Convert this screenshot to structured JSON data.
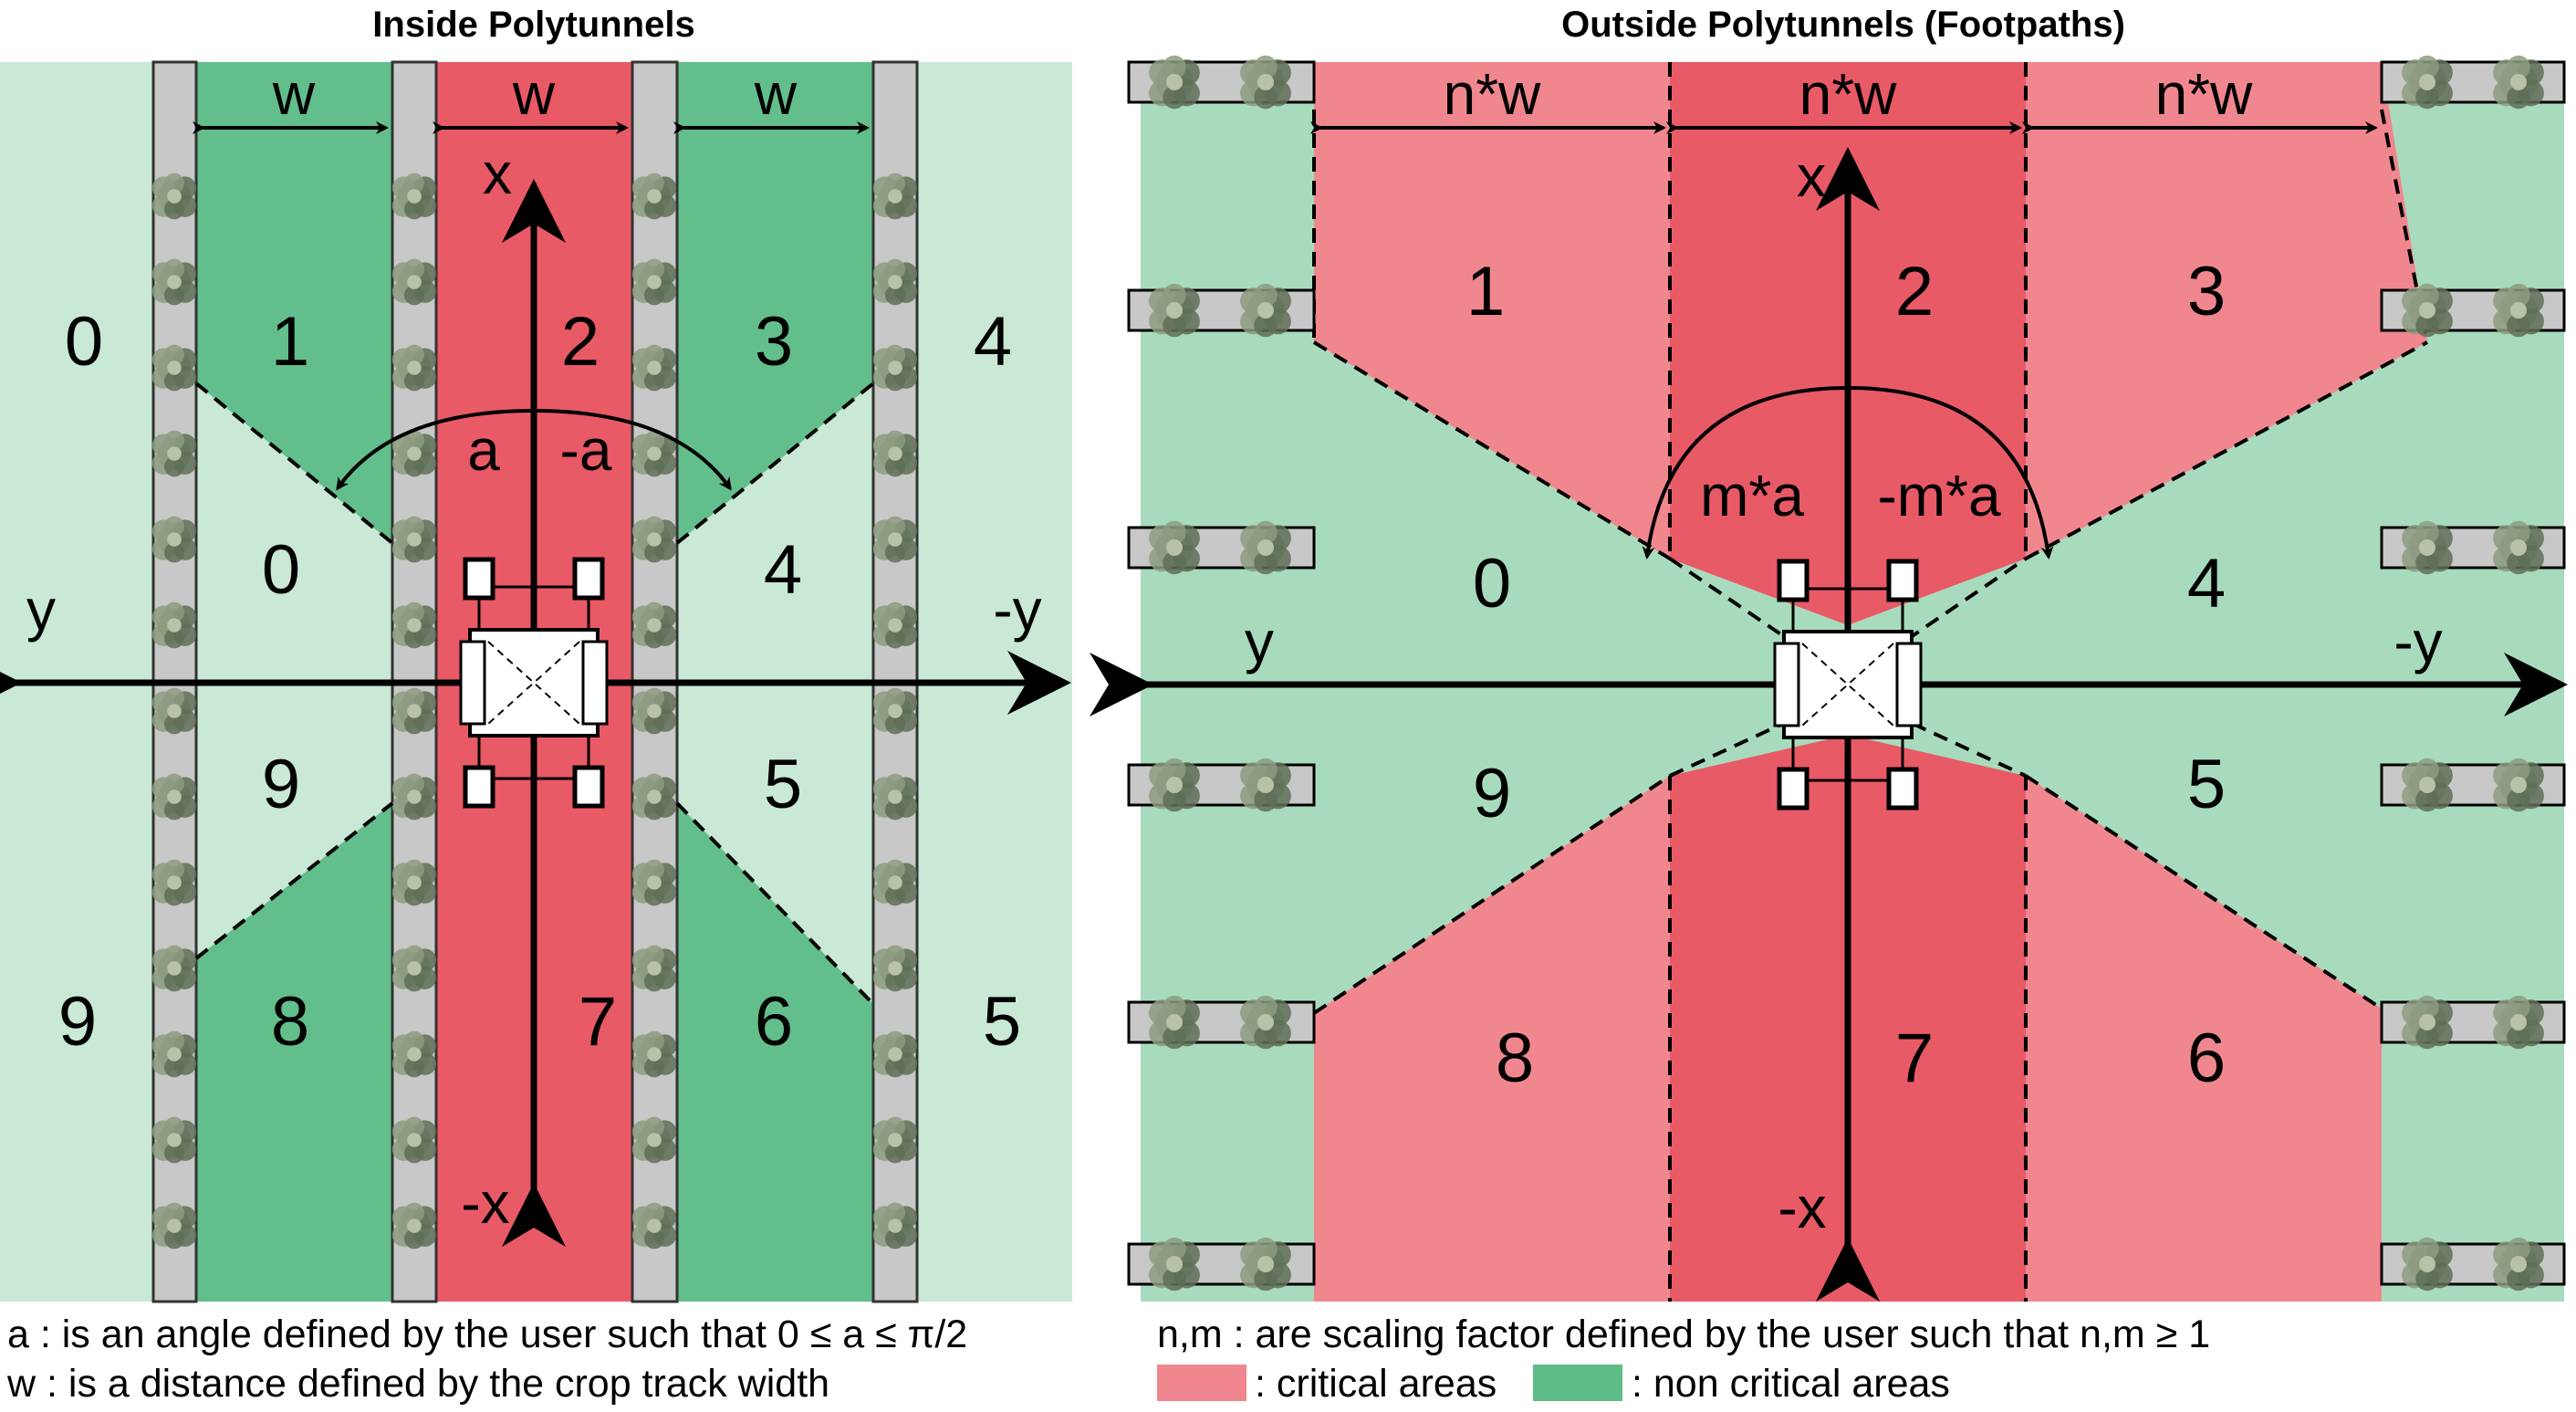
{
  "titles": {
    "inside": "Inside Polytunnels",
    "outside": "Outside Polytunnels (Footpaths)"
  },
  "inside": {
    "zones": {
      "outer_top_left": "0",
      "z1": "1",
      "z2": "2",
      "z3": "3",
      "outer_top_right": "4",
      "inner_left_top": "0",
      "inner_right_top": "4",
      "inner_left_bottom": "9",
      "inner_right_bottom": "5",
      "outer_bottom_left": "9",
      "z8": "8",
      "z7": "7",
      "z6": "6",
      "outer_bottom_right": "5"
    },
    "width_label": "w",
    "axes": {
      "x": "x",
      "neg_x": "-x",
      "y": "y",
      "neg_y": "-y"
    },
    "angles": {
      "a": "a",
      "neg_a": "-a"
    }
  },
  "outside": {
    "zones": {
      "z1": "1",
      "z2": "2",
      "z3": "3",
      "z0": "0",
      "z4": "4",
      "z9": "9",
      "z5": "5",
      "z8": "8",
      "z7": "7",
      "z6": "6"
    },
    "width_label": "n*w",
    "axes": {
      "x": "x",
      "neg_x": "-x",
      "y": "y",
      "neg_y": "-y"
    },
    "angles": {
      "a": "m*a",
      "neg_a": "-m*a"
    }
  },
  "legend": {
    "a_def": "a  : is an angle defined by the user such that 0 ≤ a ≤ π/2",
    "w_def": "w : is a distance defined by the crop track width",
    "nm_def": "n,m  : are scaling factor defined by the user such that n,m ≥ 1",
    "critical": ": critical areas",
    "noncritical": ": non critical areas"
  },
  "colors": {
    "critical_dark": "#e85a66",
    "critical_light": "#f0878e",
    "noncritical_dark": "#62be8a",
    "noncritical_mid": "#8fd0a9",
    "noncritical_light": "#c9e8d5",
    "footpath_green": "#a8dbbd",
    "rail_grey": "#c8c8c8",
    "plant": "#7a8a6e"
  }
}
